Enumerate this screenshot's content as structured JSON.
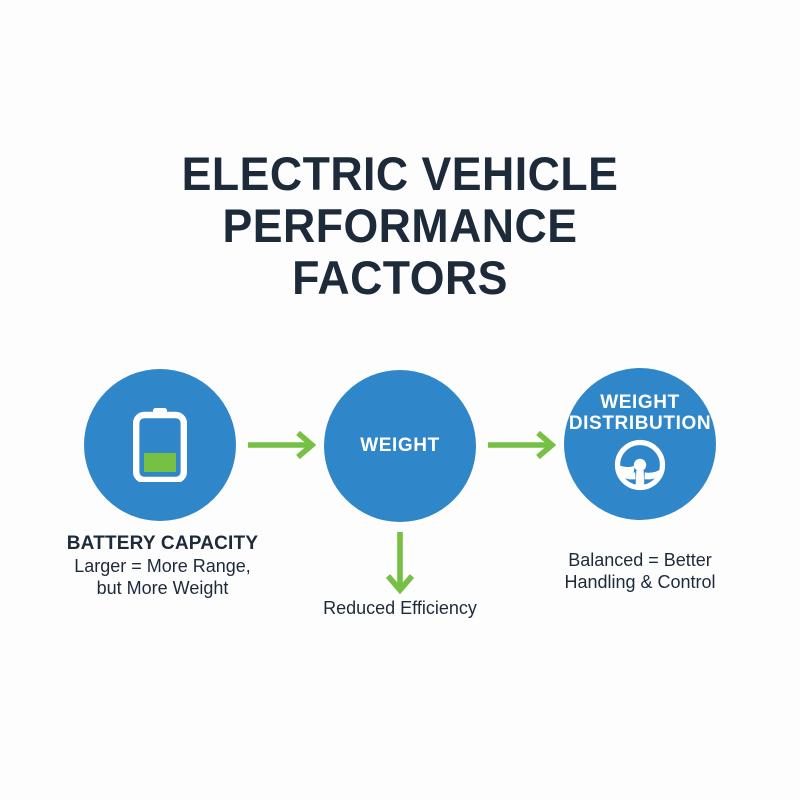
{
  "title": {
    "lines": [
      "ELECTRIC VEHICLE",
      "PERFORMANCE",
      "FACTORS"
    ]
  },
  "colors": {
    "background": "#fdfdfd",
    "node_blue": "#2f86c8",
    "accent_green": "#76c043",
    "text_navy": "#1d2a3a",
    "icon_white": "#ffffff"
  },
  "nodes": [
    {
      "id": "battery-capacity",
      "label": "",
      "icon": "battery-icon",
      "caption_heading": "BATTERY CAPACITY",
      "caption_body_line1": "Larger = More Range,",
      "caption_body_line2": "but More Weight"
    },
    {
      "id": "weight",
      "label": "WEIGHT",
      "icon": "",
      "caption_heading": "",
      "caption_body_line1": "Reduced Efficiency",
      "caption_body_line2": ""
    },
    {
      "id": "weight-distribution",
      "label_line1": "WEIGHT",
      "label_line2": "DISTRIBUTION",
      "icon": "steering-wheel-icon",
      "caption_heading": "",
      "caption_body_line1": "Balanced = Better",
      "caption_body_line2": "Handling & Control"
    }
  ],
  "arrows": [
    {
      "id": "arrow-battery-to-weight",
      "direction": "right",
      "color": "#76c043"
    },
    {
      "id": "arrow-weight-to-distribution",
      "direction": "right",
      "color": "#76c043"
    },
    {
      "id": "arrow-weight-to-efficiency",
      "direction": "down",
      "color": "#76c043"
    }
  ],
  "battery_icon": {
    "fill_level_label": "partial",
    "fill_color": "#76c043"
  }
}
